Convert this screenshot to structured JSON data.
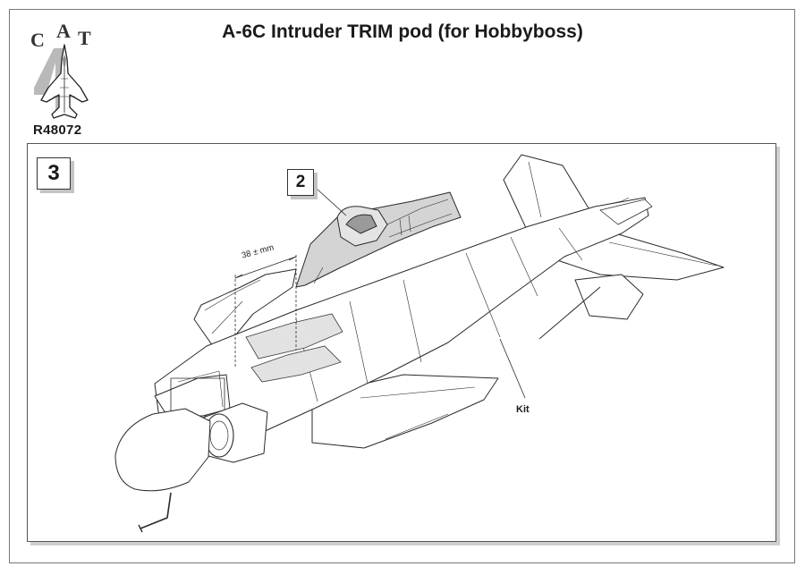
{
  "header": {
    "title": "A-6C Intruder TRIM pod (for Hobbyboss)",
    "product_code": "R48072"
  },
  "logo": {
    "letters": [
      "C",
      "A",
      "T"
    ],
    "number": "4",
    "icon": "jet-aircraft-icon"
  },
  "instruction": {
    "step_number": "3",
    "reference_step": "2",
    "dimension_label": "38 ± mm",
    "kit_label": "Kit"
  },
  "colors": {
    "resin_part_fill": "#d4d4d4",
    "outline": "#2a2a2a",
    "panel_border": "#555555",
    "shadow": "#c4c4c4"
  }
}
